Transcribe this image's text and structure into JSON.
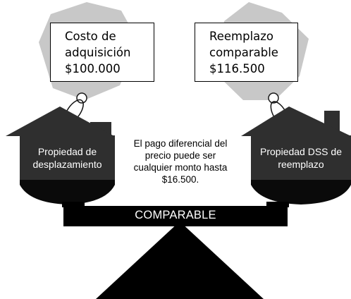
{
  "price_tags": {
    "left": {
      "lines": [
        "Costo de",
        "adquisición",
        "$100.000"
      ],
      "tag_color": "#c8c8c8"
    },
    "right": {
      "lines": [
        "Reemplazo",
        "comparable",
        "$116.500"
      ],
      "tag_color": "#c8c8c8"
    }
  },
  "houses": {
    "left": {
      "lines": [
        "Propiedad de",
        "desplazamiento"
      ],
      "fill_color": "#2f2f2f"
    },
    "right": {
      "lines": [
        "Propiedad DSS de",
        "reemplazo"
      ],
      "fill_color": "#2f2f2f"
    }
  },
  "center_note": {
    "lines": [
      "El pago diferencial del",
      "precio puede ser",
      "cualquier monto hasta",
      "$16.500."
    ]
  },
  "balance": {
    "beam_label": "COMPARABLE",
    "beam_color": "#000000",
    "pan_color": "#0a0a0a"
  }
}
